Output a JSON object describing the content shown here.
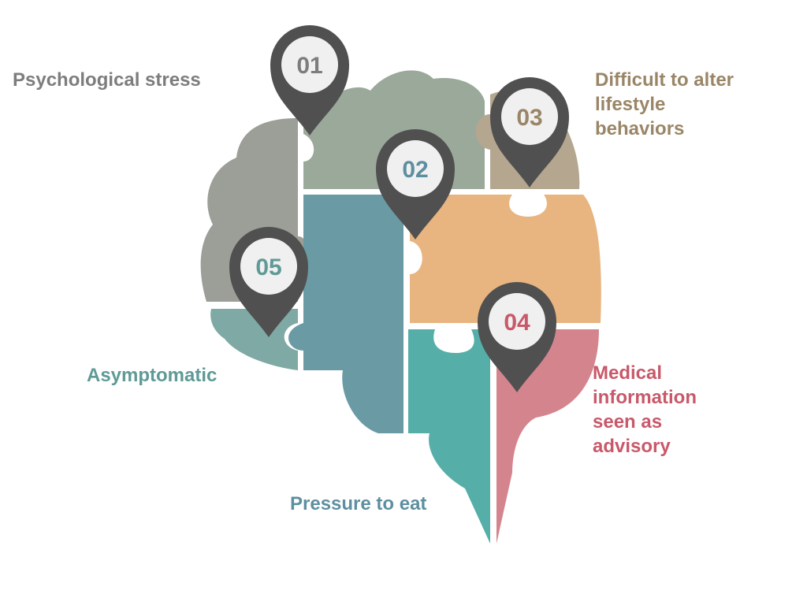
{
  "colors": {
    "piece_01": "#9ba99b",
    "piece_02": "#6a9ba5",
    "piece_03": "#b4a68f",
    "piece_04": "#d4848d",
    "piece_05": "#6a9ba5",
    "piece_orange": "#e8b580",
    "piece_teal": "#55afa8",
    "piece_gray": "#9b9f98",
    "marker": "#505050",
    "marker_face": "#f0f0f0"
  },
  "markers": [
    {
      "id": "01",
      "number": "01",
      "color": "#7d7d7d"
    },
    {
      "id": "02",
      "number": "02",
      "color": "#5d8fa0"
    },
    {
      "id": "03",
      "number": "03",
      "color": "#9a8667"
    },
    {
      "id": "04",
      "number": "04",
      "color": "#c8596a"
    },
    {
      "id": "05",
      "number": "05",
      "color": "#5f9a96"
    }
  ],
  "labels": {
    "item_01": {
      "lines": [
        "Psychological stress"
      ],
      "color": "#7d7d7d"
    },
    "item_02": {
      "lines": [
        "Pressure to eat"
      ],
      "color": "#5d8fa0"
    },
    "item_03": {
      "lines": [
        "Difficult to alter",
        "lifestyle",
        "behaviors"
      ],
      "color": "#9a8667"
    },
    "item_04": {
      "lines": [
        "Medical",
        "information",
        "seen as",
        "advisory"
      ],
      "color": "#c8596a"
    },
    "item_05": {
      "lines": [
        "Asymptomatic"
      ],
      "color": "#5f9a96"
    }
  }
}
